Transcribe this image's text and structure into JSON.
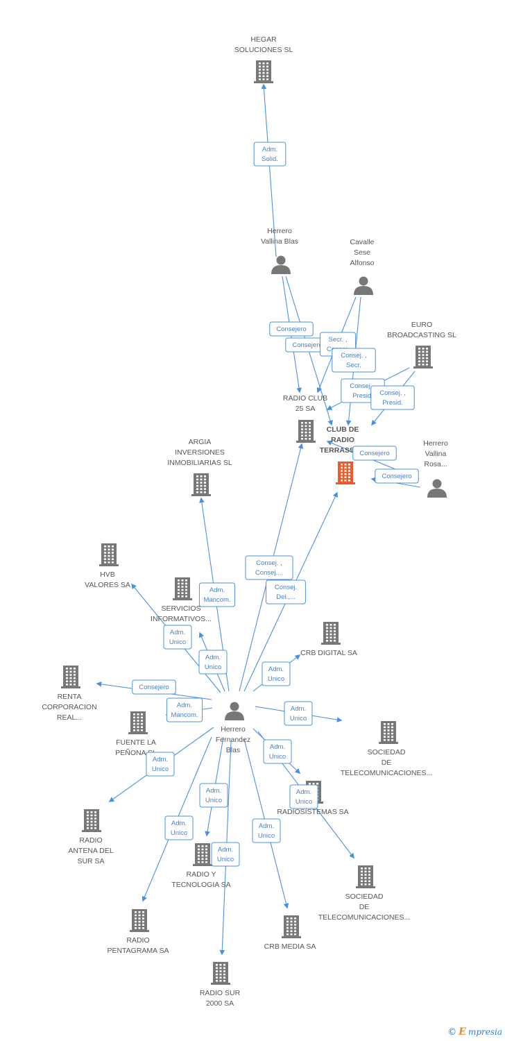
{
  "colors": {
    "edge": "#4a90e2",
    "node": "#777777",
    "main_node": "#f05a2a",
    "text": "#555555"
  },
  "footer": {
    "copyright": "©",
    "brand_initial": "E",
    "brand_rest": "mpresia"
  },
  "nodes": [
    {
      "id": "hegar",
      "kind": "company",
      "lines": [
        "HEGAR",
        "SOLUCIONES SL"
      ]
    },
    {
      "id": "hvb_blas",
      "kind": "person",
      "lines": [
        "Herrero",
        "Vallina Blas"
      ]
    },
    {
      "id": "cavalle",
      "kind": "person",
      "lines": [
        "Cavalle",
        "Sese",
        "Alfonso"
      ]
    },
    {
      "id": "euro",
      "kind": "company",
      "lines": [
        "EURO",
        "BROADCASTING SL"
      ]
    },
    {
      "id": "radioclub25",
      "kind": "company",
      "lines": [
        "RADIO CLUB",
        "25 SA"
      ]
    },
    {
      "id": "club",
      "kind": "main",
      "lines": [
        "CLUB DE",
        "RADIO",
        "TERRASSA..."
      ]
    },
    {
      "id": "hvb_rosa",
      "kind": "person",
      "lines": [
        "Herrero",
        "Vallina",
        "Rosa..."
      ]
    },
    {
      "id": "argia",
      "kind": "company",
      "lines": [
        "ARGIA",
        "INVERSIONES",
        "INMOBILIARIAS SL"
      ]
    },
    {
      "id": "hvbvalores",
      "kind": "company",
      "lines": [
        "HVB",
        "VALORES SA"
      ]
    },
    {
      "id": "servicios",
      "kind": "company",
      "lines": [
        "SERVICIOS",
        "INFORMATIVOS..."
      ]
    },
    {
      "id": "crbdigital",
      "kind": "company",
      "lines": [
        "CRB DIGITAL SA"
      ]
    },
    {
      "id": "renta",
      "kind": "company",
      "lines": [
        "RENTA",
        "CORPORACION",
        "REAL..."
      ]
    },
    {
      "id": "hfb",
      "kind": "person",
      "lines": [
        "Herrero",
        "Fernandez",
        "Blas"
      ]
    },
    {
      "id": "fuente",
      "kind": "company",
      "lines": [
        "FUENTE LA",
        "PEÑONA SL"
      ]
    },
    {
      "id": "soctel1",
      "kind": "company",
      "lines": [
        "SOCIEDAD",
        "DE",
        "TELECOMUNICACIONES..."
      ]
    },
    {
      "id": "radiosistemas",
      "kind": "company",
      "lines": [
        "RADIOSISTEMAS SA"
      ]
    },
    {
      "id": "antena",
      "kind": "company",
      "lines": [
        "RADIO",
        "ANTENA DEL",
        "SUR SA"
      ]
    },
    {
      "id": "tecnologia",
      "kind": "company",
      "lines": [
        "RADIO Y",
        "TECNOLOGIA SA"
      ]
    },
    {
      "id": "soctel2",
      "kind": "company",
      "lines": [
        "SOCIEDAD",
        "DE",
        "TELECOMUNICACIONES..."
      ]
    },
    {
      "id": "pentagrama",
      "kind": "company",
      "lines": [
        "RADIO",
        "PENTAGRAMA SA"
      ]
    },
    {
      "id": "crbmedia",
      "kind": "company",
      "lines": [
        "CRB MEDIA SA"
      ]
    },
    {
      "id": "radiosur",
      "kind": "company",
      "lines": [
        "RADIO SUR",
        "2000 SA"
      ]
    }
  ],
  "edges": [
    {
      "from": "hvb_blas",
      "to": "hegar",
      "label": [
        "Adm.",
        "Solid."
      ]
    },
    {
      "from": "hvb_blas",
      "to": "radioclub25",
      "label": [
        "Consejero"
      ]
    },
    {
      "from": "hvb_blas",
      "to": "club",
      "label": [
        "Consejero"
      ]
    },
    {
      "from": "cavalle",
      "to": "radioclub25",
      "label": [
        "Secr. ,",
        "Consej."
      ]
    },
    {
      "from": "cavalle",
      "to": "club",
      "label": [
        "Consej. ,",
        "Secr."
      ]
    },
    {
      "from": "euro",
      "to": "radioclub25",
      "label": [
        "Consej. ,",
        "Presid."
      ]
    },
    {
      "from": "euro",
      "to": "club",
      "label": [
        "Consej. ,",
        "Presid."
      ]
    },
    {
      "from": "hvb_rosa",
      "to": "radioclub25",
      "label": [
        "Consejero"
      ]
    },
    {
      "from": "hvb_rosa",
      "to": "club",
      "label": [
        "Consejero"
      ]
    },
    {
      "from": "hfb",
      "to": "radioclub25",
      "label": [
        "Consej. ,",
        "Consej...."
      ]
    },
    {
      "from": "hfb",
      "to": "club",
      "label": [
        "Consej.",
        "Del.,..."
      ]
    },
    {
      "from": "hfb",
      "to": "argia",
      "label": [
        "Adm.",
        "Mancom."
      ]
    },
    {
      "from": "hfb",
      "to": "hvbvalores",
      "label": [
        "Adm.",
        "Unico"
      ]
    },
    {
      "from": "hfb",
      "to": "servicios",
      "label": [
        "Adm.",
        "Unico"
      ]
    },
    {
      "from": "hfb",
      "to": "crbdigital",
      "label": [
        "Adm.",
        "Unico"
      ]
    },
    {
      "from": "hfb",
      "to": "renta",
      "label": [
        "Consejero"
      ]
    },
    {
      "from": "hfb",
      "to": "fuente",
      "label": [
        "Adm.",
        "Mancom."
      ]
    },
    {
      "from": "hfb",
      "to": "soctel1",
      "label": [
        "Adm.",
        "Unico"
      ]
    },
    {
      "from": "hfb",
      "to": "radiosistemas",
      "label": [
        "Adm.",
        "Unico"
      ]
    },
    {
      "from": "hfb",
      "to": "antena",
      "label": [
        "Adm.",
        "Unico"
      ]
    },
    {
      "from": "hfb",
      "to": "tecnologia",
      "label": [
        "Adm.",
        "Unico"
      ]
    },
    {
      "from": "hfb",
      "to": "soctel2",
      "label": [
        "Adm.",
        "Unico"
      ]
    },
    {
      "from": "hfb",
      "to": "pentagrama",
      "label": [
        "Adm.",
        "Unico"
      ]
    },
    {
      "from": "hfb",
      "to": "crbmedia",
      "label": [
        "Adm.",
        "Unico"
      ]
    },
    {
      "from": "hfb",
      "to": "radiosur",
      "label": [
        "Adm.",
        "Unico"
      ]
    }
  ]
}
